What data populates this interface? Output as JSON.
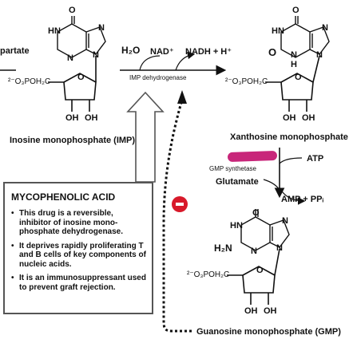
{
  "labels": {
    "partate": "partate",
    "h2o": "H₂O",
    "nad": "NAD⁺",
    "nadh": "NADH + H⁺",
    "imp_dehydrogenase": "IMP dehydrogenase",
    "inosine": "Inosine monophosphate (IMP)",
    "xanthosine": "Xanthosine monophosphate",
    "atp": "ATP",
    "gmp_synthetase": "GMP synthetase",
    "glutamate": "Glutamate",
    "amp_ppi": "AMP + PPᵢ",
    "guanosine": "Guanosine monophosphate (GMP)",
    "phosphate": "²⁻O₃POH₂C",
    "h2n": "H₂N",
    "oh": "OH",
    "o": "O",
    "n": "N",
    "hn": "HN",
    "h": "H"
  },
  "note": {
    "title": "MYCOPHENOLIC ACID",
    "items": [
      "This drug is a reversible, inhibitor of inosine mono-phosphate dehydrogenase.",
      "It deprives rapidly proliferating T and B cells of key components of nucleic acids.",
      "It is an immunosuppressant used to prevent graft rejection."
    ]
  },
  "colors": {
    "inhibitor": "#d8192a",
    "highlight": "#c8267a",
    "line": "#111111",
    "box_border": "#555555"
  }
}
